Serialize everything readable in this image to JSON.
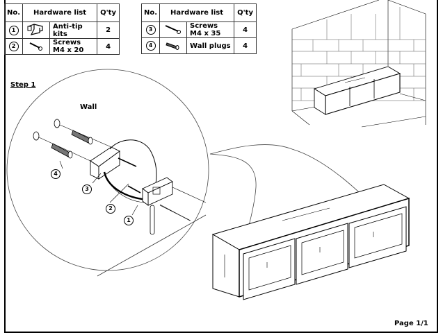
{
  "hardware_tables": [
    {
      "headers": {
        "no": "No.",
        "list": "Hardware list",
        "qty": "Q'ty"
      },
      "rows": [
        {
          "no": "1",
          "icon": "anti-tip-bracket-icon",
          "name": "Anti-tip kits",
          "qty": "2"
        },
        {
          "no": "2",
          "icon": "screw-icon",
          "name": "Screws M4 x 20",
          "qty": "4"
        }
      ]
    },
    {
      "headers": {
        "no": "No.",
        "list": "Hardware list",
        "qty": "Q'ty"
      },
      "rows": [
        {
          "no": "3",
          "icon": "long-screw-icon",
          "name": "Screws M4 x 35",
          "qty": "4"
        },
        {
          "no": "4",
          "icon": "wall-plug-icon",
          "name": "Wall plugs",
          "qty": "4"
        }
      ]
    }
  ],
  "step": {
    "title": "Step 1",
    "wall_label": "Wall",
    "callouts": [
      "1",
      "2",
      "3",
      "4"
    ]
  },
  "footer": {
    "page": "Page 1/1"
  }
}
